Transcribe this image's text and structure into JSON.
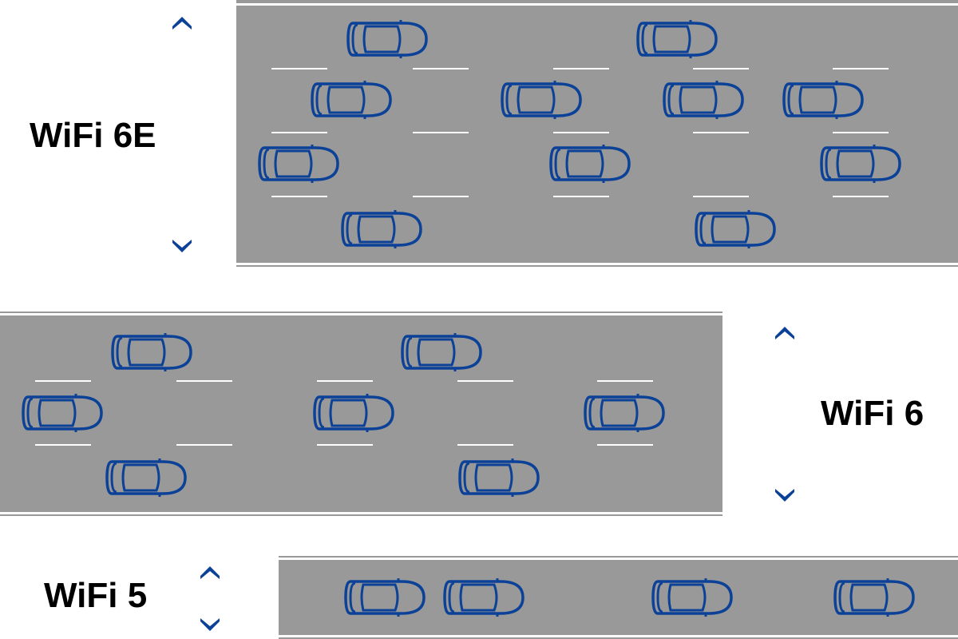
{
  "lanes": [
    {
      "label": "WiFi 6E"
    },
    {
      "label": "WiFi 6"
    },
    {
      "label": "WiFi 5"
    }
  ],
  "colors": {
    "road": "#999999",
    "car": "#0b4197",
    "line": "#ffffff",
    "chevron": "#0b4197"
  },
  "icons": {
    "up": "chevron-up-icon",
    "down": "chevron-down-icon",
    "car": "car-icon"
  }
}
